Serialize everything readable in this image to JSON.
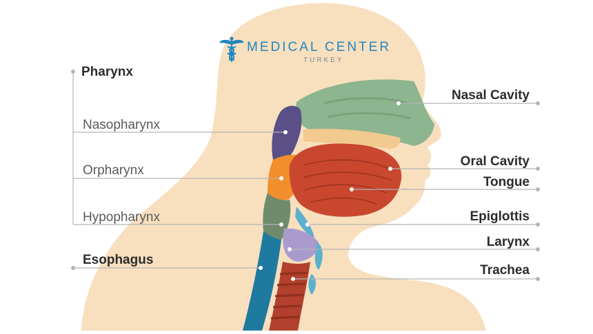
{
  "brand": {
    "title": "MEDICAL CENTER",
    "subtitle": "TURKEY"
  },
  "labels": {
    "pharynx": "Pharynx",
    "nasopharynx": "Nasopharynx",
    "orpharynx": "Orpharynx",
    "hypopharynx": "Hypopharynx",
    "esophagus": "Esophagus",
    "nasal_cavity": "Nasal Cavity",
    "oral_cavity": "Oral Cavity",
    "tongue": "Tongue",
    "epiglottis": "Epiglottis",
    "larynx": "Larynx",
    "trachea": "Trachea"
  },
  "colors": {
    "skin": "#f8dfbe",
    "nasal": "#8db58f",
    "tongue": "#c9472f",
    "nasopharynx": "#5b4f87",
    "orpharynx": "#f28e2b",
    "hypopharynx": "#6f8b6b",
    "esophagus": "#1f7aa0",
    "trachea": "#b2402c",
    "larynx": "#a99ccd",
    "cartilage": "#5bb0cc",
    "brand": "#1f86c0",
    "leader": "#b5b5b5"
  }
}
